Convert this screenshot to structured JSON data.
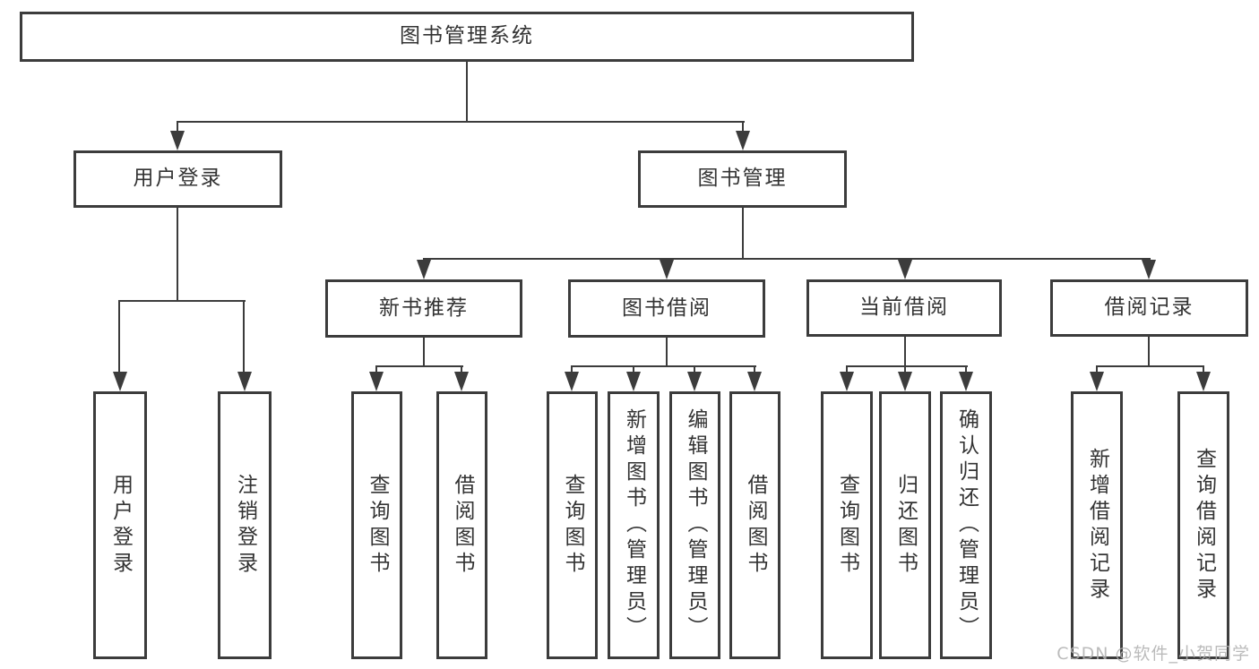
{
  "colors": {
    "line": "#3c3c3c",
    "box_border": "#3c3c3c",
    "text": "#333333",
    "background": "#ffffff",
    "watermark": "#b0b0b0"
  },
  "watermark": {
    "text": "CSDN @软件_小贺同学"
  },
  "diagram": {
    "type": "hierarchy-tree",
    "title": "图书管理系统",
    "nodes": [
      {
        "id": "root",
        "label": "图书管理系统",
        "level": 1,
        "parent": null
      },
      {
        "id": "user-login",
        "label": "用户登录",
        "level": 2,
        "parent": "root"
      },
      {
        "id": "book-mgmt",
        "label": "图书管理",
        "level": 2,
        "parent": "root"
      },
      {
        "id": "new-book-recommend",
        "label": "新书推荐",
        "level": 3,
        "parent": "book-mgmt"
      },
      {
        "id": "book-borrow",
        "label": "图书借阅",
        "level": 3,
        "parent": "book-mgmt"
      },
      {
        "id": "current-borrow",
        "label": "当前借阅",
        "level": 3,
        "parent": "book-mgmt"
      },
      {
        "id": "borrow-record",
        "label": "借阅记录",
        "level": 3,
        "parent": "book-mgmt"
      },
      {
        "id": "leaf-user-login",
        "label": "用户登录",
        "level": 4,
        "parent": "user-login"
      },
      {
        "id": "leaf-logout",
        "label": "注销登录",
        "level": 4,
        "parent": "user-login"
      },
      {
        "id": "leaf-query-book-1",
        "label": "查询图书",
        "level": 4,
        "parent": "new-book-recommend"
      },
      {
        "id": "leaf-borrow-book-1",
        "label": "借阅图书",
        "level": 4,
        "parent": "new-book-recommend"
      },
      {
        "id": "leaf-query-book-2",
        "label": "查询图书",
        "level": 4,
        "parent": "book-borrow"
      },
      {
        "id": "leaf-add-book",
        "label": "新增图书（管理员）",
        "level": 4,
        "parent": "book-borrow"
      },
      {
        "id": "leaf-edit-book",
        "label": "编辑图书（管理员）",
        "level": 4,
        "parent": "book-borrow"
      },
      {
        "id": "leaf-borrow-book-2",
        "label": "借阅图书",
        "level": 4,
        "parent": "book-borrow"
      },
      {
        "id": "leaf-query-book-3",
        "label": "查询图书",
        "level": 4,
        "parent": "current-borrow"
      },
      {
        "id": "leaf-return-book",
        "label": "归还图书",
        "level": 4,
        "parent": "current-borrow"
      },
      {
        "id": "leaf-confirm-return",
        "label": "确认归还（管理员）",
        "level": 4,
        "parent": "current-borrow"
      },
      {
        "id": "leaf-add-borrow-record",
        "label": "新增借阅记录",
        "level": 4,
        "parent": "borrow-record"
      },
      {
        "id": "leaf-query-borrow-record",
        "label": "查询借阅记录",
        "level": 4,
        "parent": "borrow-record"
      }
    ]
  }
}
